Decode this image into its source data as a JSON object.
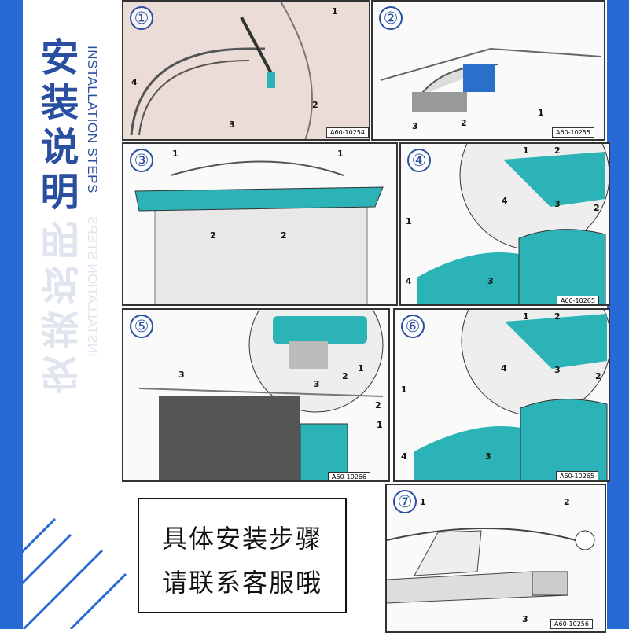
{
  "title": {
    "chinese": "安装说明",
    "english": "INSTALLATION STEPS"
  },
  "colors": {
    "brand_blue": "#276ad6",
    "title_blue": "#2a4fa0",
    "teal": "#2bb3b8"
  },
  "steps": [
    {
      "number": "①",
      "code": "A60-10254",
      "labels": [
        "1",
        "2",
        "3",
        "4"
      ]
    },
    {
      "number": "②",
      "code": "A60-10255",
      "labels": [
        "1",
        "2",
        "3"
      ]
    },
    {
      "number": "③",
      "code": "",
      "labels": [
        "1",
        "1",
        "2",
        "2"
      ]
    },
    {
      "number": "④",
      "code": "A60-10265",
      "labels": [
        "1",
        "2",
        "3",
        "4",
        "1",
        "2",
        "3",
        "4"
      ]
    },
    {
      "number": "⑤",
      "code": "A60-10266",
      "labels": [
        "1",
        "2",
        "3",
        "2",
        "1",
        "3"
      ]
    },
    {
      "number": "⑥",
      "code": "A60-10265",
      "labels": [
        "1",
        "2",
        "3",
        "4",
        "1",
        "2",
        "3",
        "4"
      ]
    },
    {
      "number": "⑦",
      "code": "A60-10256",
      "labels": [
        "1",
        "2",
        "3"
      ]
    }
  ],
  "note": {
    "line1": "具体安装步骤",
    "line2": "请联系客服哦"
  }
}
